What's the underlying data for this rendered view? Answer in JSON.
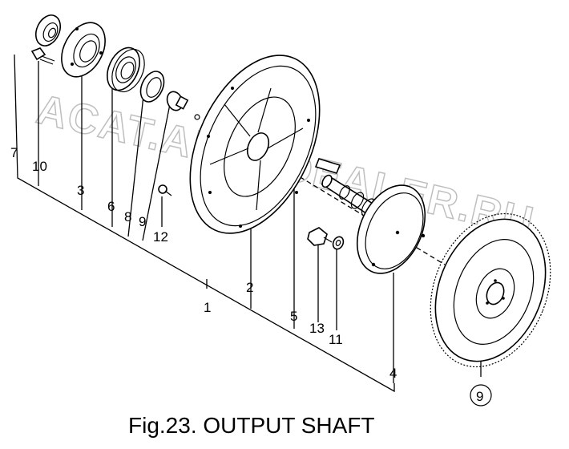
{
  "caption": "Fig.23.  OUTPUT SHAFT",
  "watermark": "ACAT.AUTODEALER.RU",
  "callouts": {
    "c1": "1",
    "c2": "2",
    "c3": "3",
    "c4": "4",
    "c5": "5",
    "c6": "6",
    "c7": "7",
    "c8": "8",
    "c9a": "9",
    "c9b": "9",
    "c10": "10",
    "c11": "11",
    "c12": "12",
    "c13": "13"
  },
  "icons": {
    "oil-seal": "oil-seal-icon",
    "bearing-housing": "bearing-housing-icon",
    "ball-bearing": "ball-bearing-icon",
    "spacer-ring": "spacer-ring-icon",
    "plug": "plug-icon",
    "clutch-housing": "clutch-housing-icon",
    "key": "key-icon",
    "output-shaft": "output-shaft-icon",
    "hub-plate": "hub-plate-icon",
    "flywheel": "flywheel-icon",
    "bolt": "bolt-icon",
    "washer": "washer-icon"
  }
}
